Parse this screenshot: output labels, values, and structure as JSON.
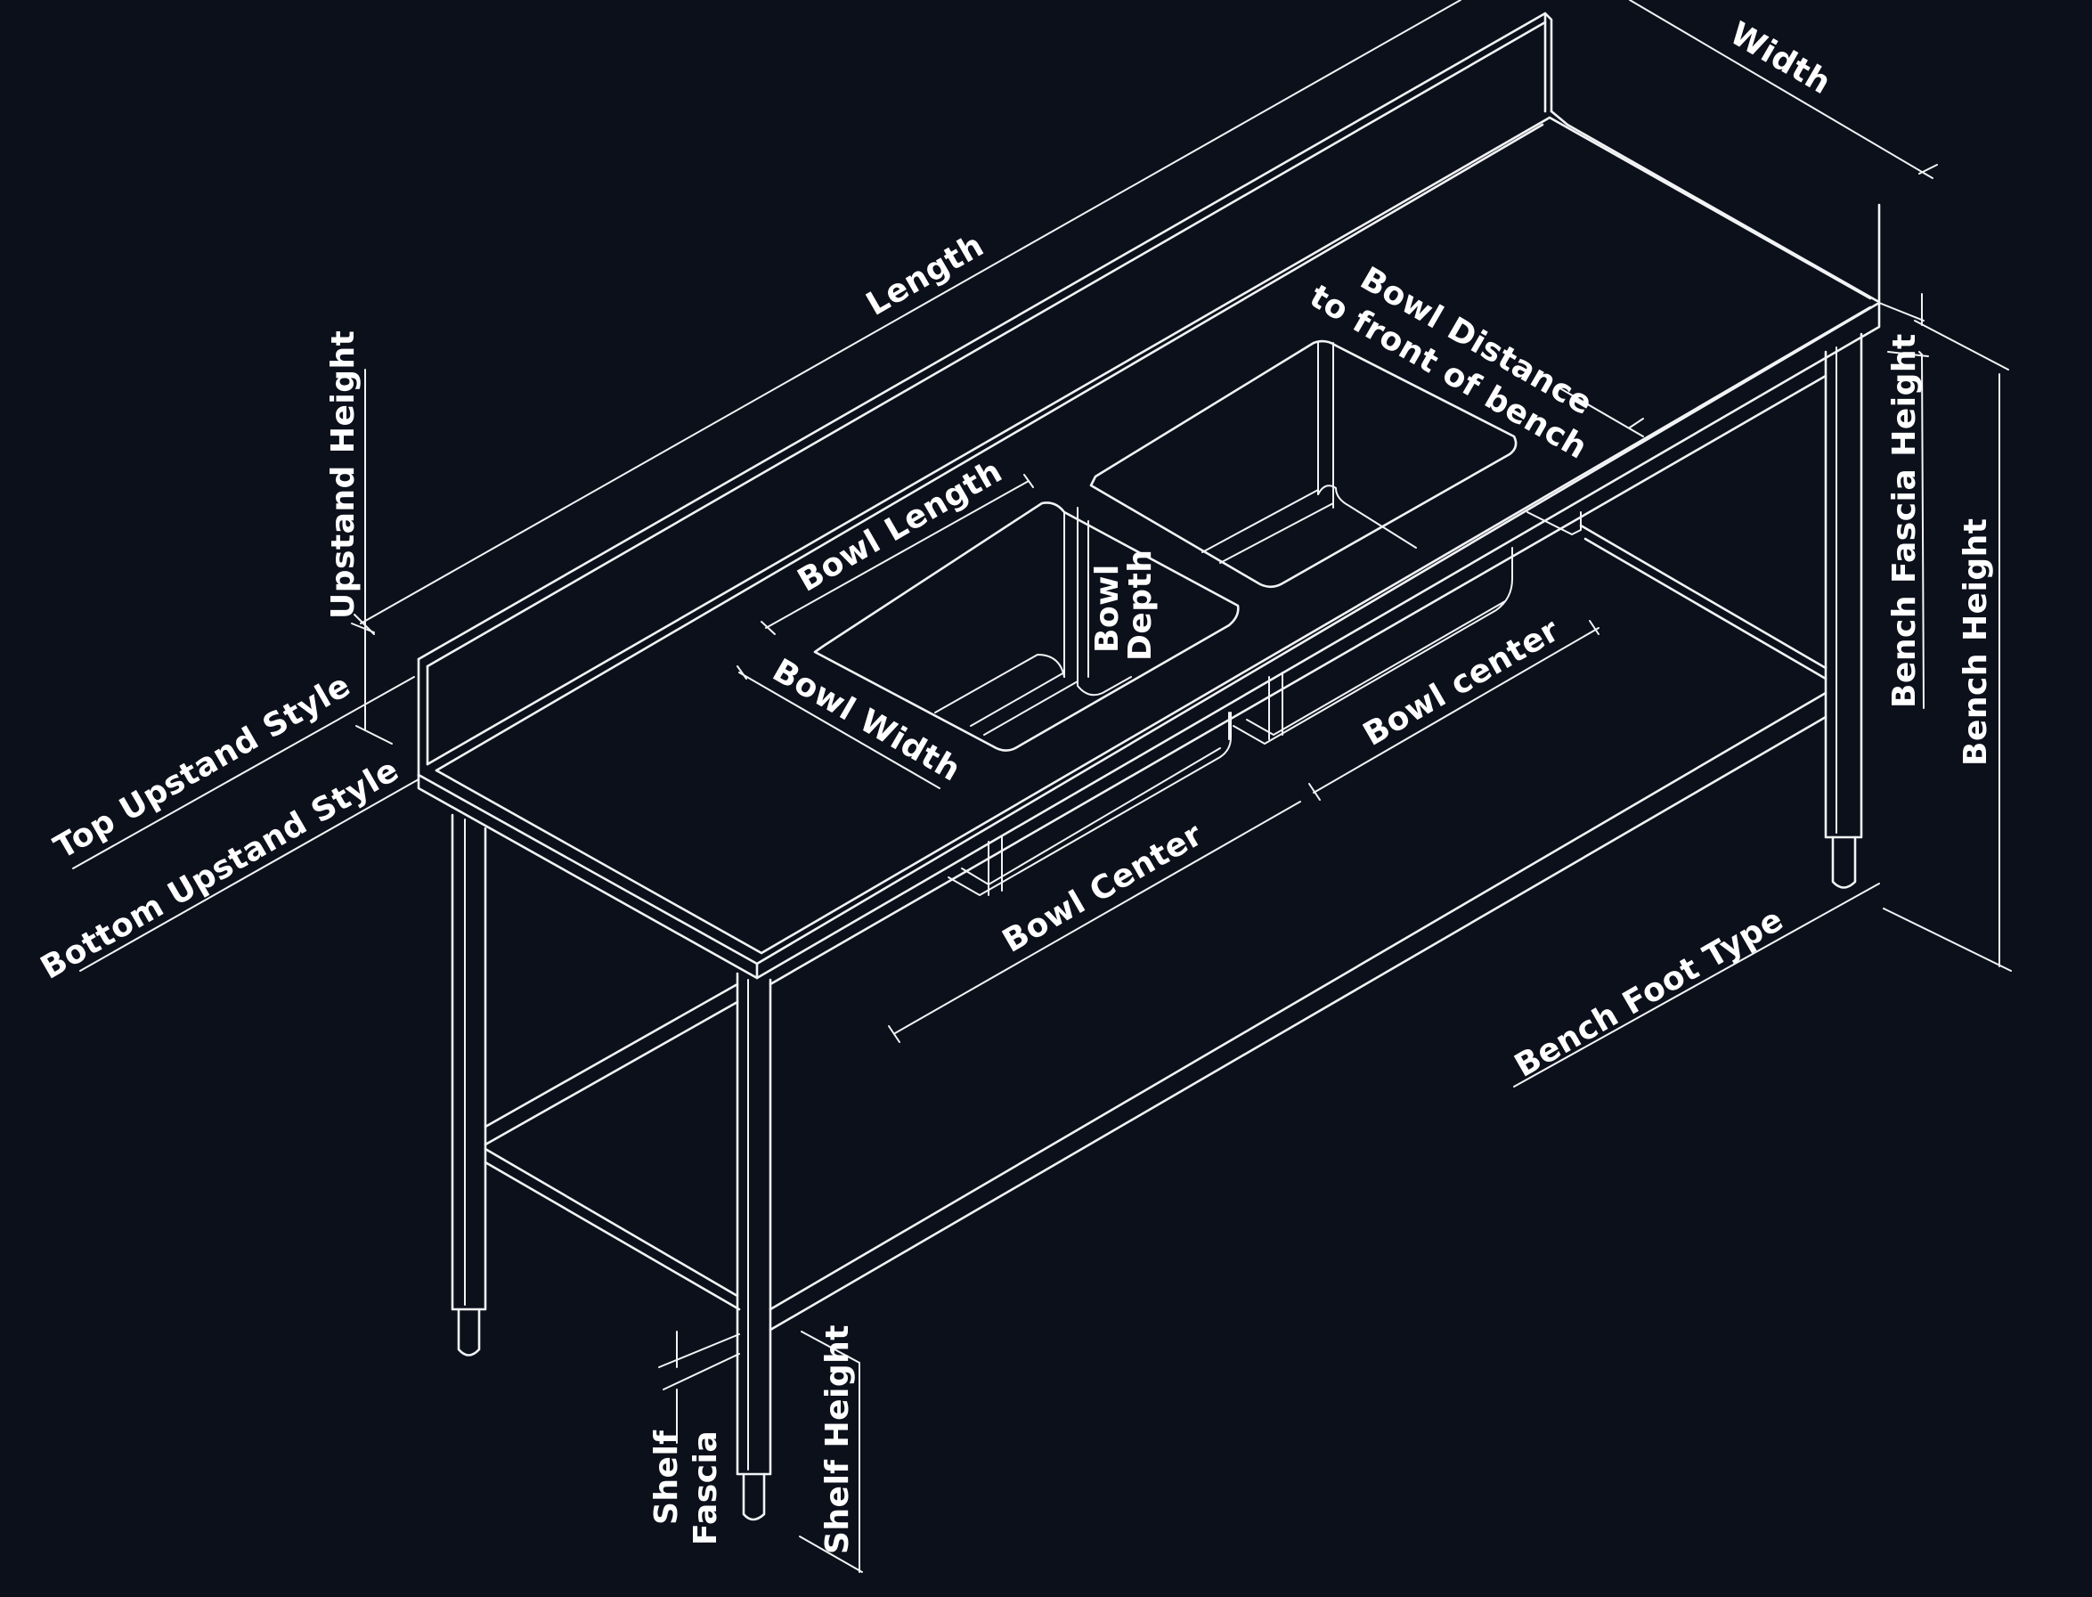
{
  "colors": {
    "background": "#0c101b",
    "line": "#f2f3f5",
    "text": "#ffffff"
  },
  "labels": {
    "length": "Length",
    "width": "Width",
    "upstand_height": "Upstand Height",
    "top_upstand_style": "Top Upstand Style",
    "bottom_upstand_style": "Bottom Upstand Style",
    "bowl_length": "Bowl Length",
    "bowl_width": "Bowl Width",
    "bowl_depth_1": "Bowl",
    "bowl_depth_2": "Depth",
    "bowl_distance_1": "Bowl Distance",
    "bowl_distance_2": "to front of bench",
    "bowl_center_lower": "Bowl Center",
    "bowl_center_upper": "Bowl center",
    "bench_fascia_height": "Bench Fascia Height",
    "bench_height": "Bench Height",
    "bench_foot_type": "Bench Foot Type",
    "shelf_fascia_1": "Shelf",
    "shelf_fascia_2": "Fascia",
    "shelf_height": "Shelf Height"
  }
}
